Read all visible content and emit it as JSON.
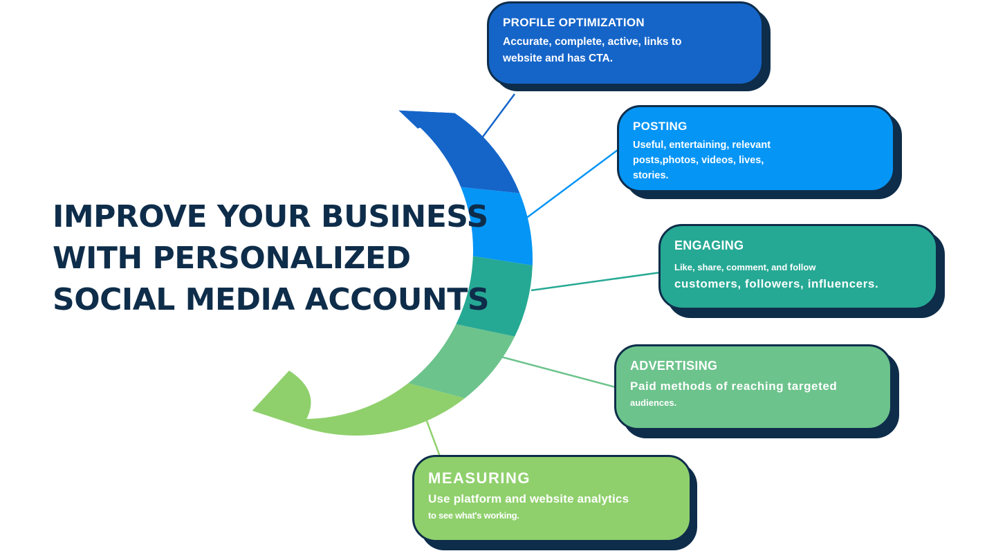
{
  "headline": {
    "line1": "IMPROVE YOUR BUSINESS",
    "line2": "WITH PERSONALIZED",
    "line3": "SOCIAL MEDIA ACCOUNTS"
  },
  "steps": [
    {
      "title": "PROFILE OPTIMIZATION",
      "line1": "Accurate, complete, active, links to",
      "line2": "website and has CTA.",
      "color": "#1565c9"
    },
    {
      "title": "POSTING",
      "line1": "Useful, entertaining, relevant",
      "line2": "posts,photos, videos, lives,",
      "line3": "stories.",
      "color": "#0595f5"
    },
    {
      "title": "ENGAGING",
      "line1": "Like, share, comment, and follow",
      "line2": "customers, followers, influencers.",
      "color": "#26a994"
    },
    {
      "title": "ADVERTISING",
      "line1": "Paid methods of reaching targeted",
      "line2": "audiences.",
      "color": "#6cc38c"
    },
    {
      "title": "MEASURING",
      "line1": "Use platform and website analytics",
      "line2": "to see what's working.",
      "color": "#8fd06c"
    }
  ],
  "colors": {
    "headline": "#0e2d4a",
    "outline": "#0e2d4a"
  }
}
